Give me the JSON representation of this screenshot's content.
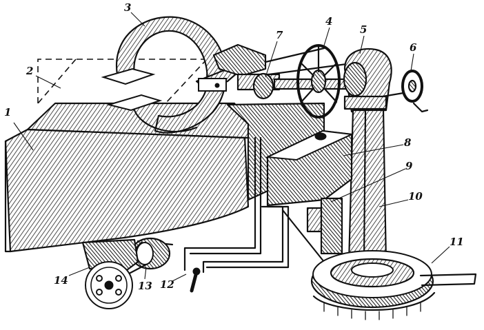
{
  "figure": {
    "callouts": [
      {
        "id": "c1",
        "label": "1"
      },
      {
        "id": "c2",
        "label": "2"
      },
      {
        "id": "c3",
        "label": "3"
      },
      {
        "id": "c4",
        "label": "4"
      },
      {
        "id": "c5",
        "label": "5"
      },
      {
        "id": "c6",
        "label": "6"
      },
      {
        "id": "c7",
        "label": "7"
      },
      {
        "id": "c8",
        "label": "8"
      },
      {
        "id": "c9",
        "label": "9"
      },
      {
        "id": "c10",
        "label": "10"
      },
      {
        "id": "c11",
        "label": "11"
      },
      {
        "id": "c12",
        "label": "12"
      },
      {
        "id": "c13",
        "label": "13"
      },
      {
        "id": "c14",
        "label": "14"
      }
    ]
  }
}
